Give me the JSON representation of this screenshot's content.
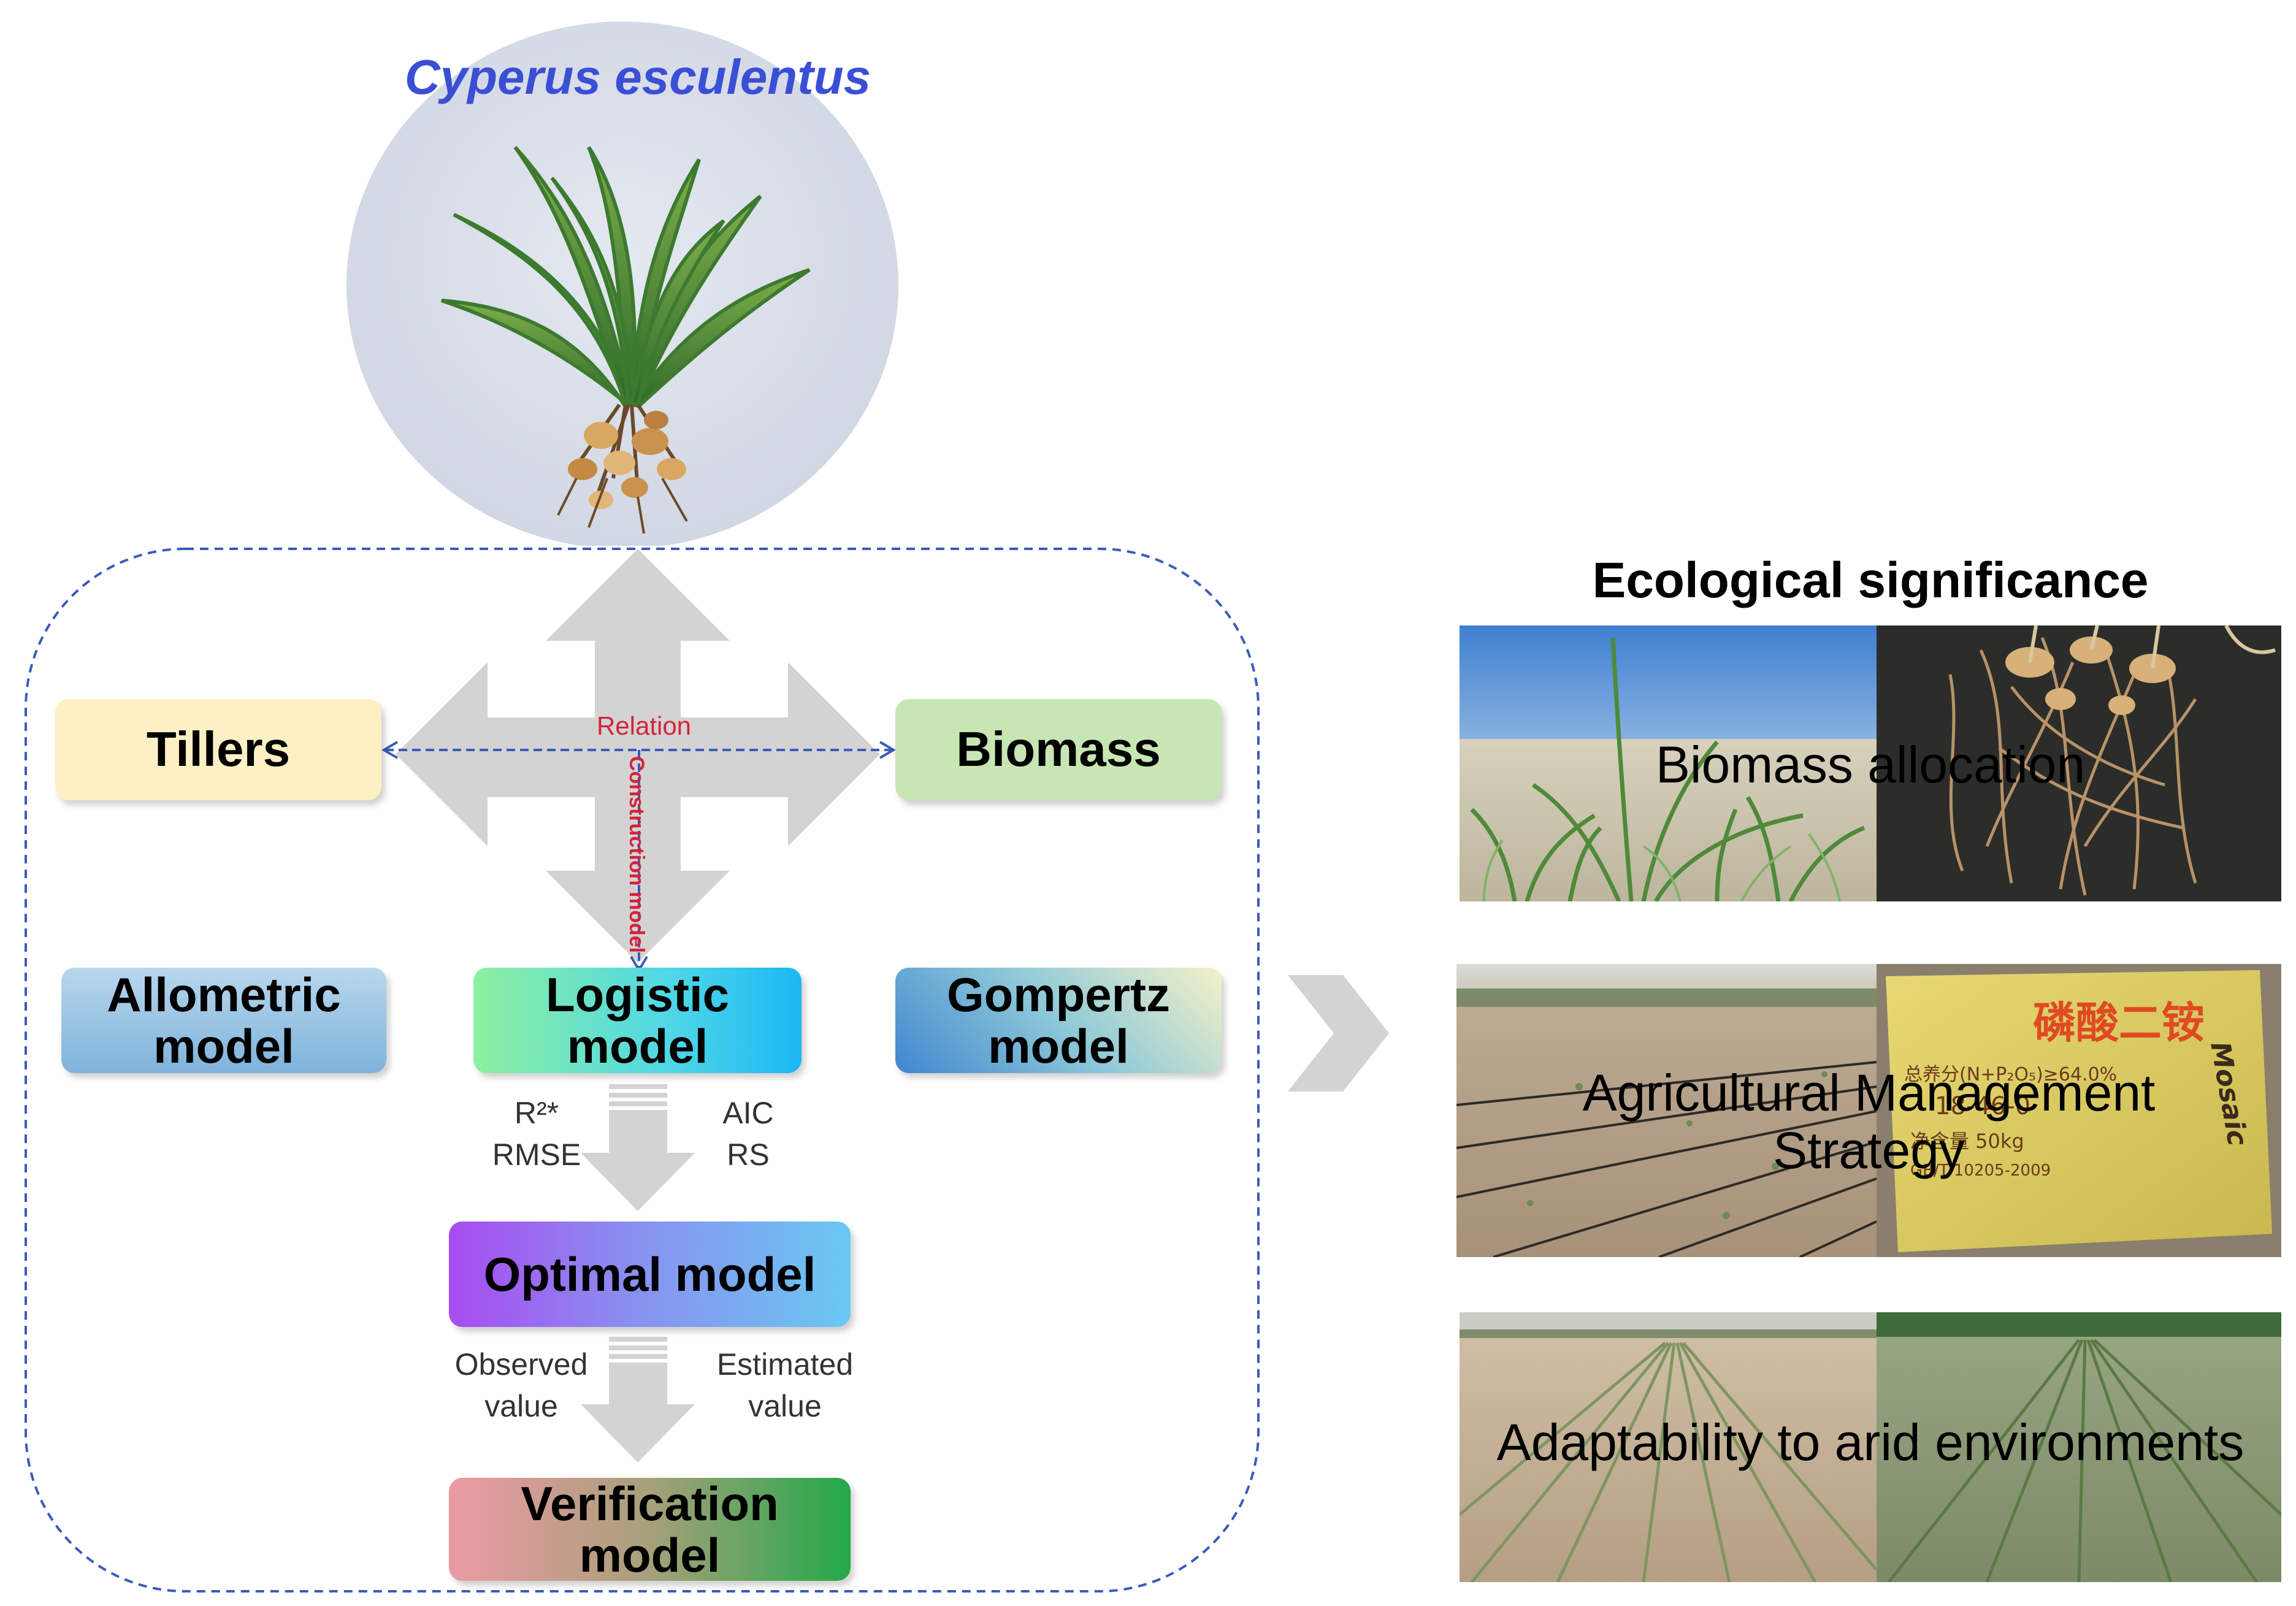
{
  "species_title": "Cyperus esculentus",
  "diagram": {
    "relation_label": "Relation",
    "construction_label": "Construction model",
    "tillers": "Tillers",
    "biomass": "Biomass",
    "allometric": "Allometric\nmodel",
    "logistic": "Logistic\nmodel",
    "gompertz": "Gompertz\nmodel",
    "r2_rmse": "R²*\nRMSE",
    "aic_rs": "AIC\nRS",
    "optimal": "Optimal model",
    "observed": "Observed\nvalue",
    "estimated": "Estimated\nvalue",
    "verification": "Verification\nmodel"
  },
  "ecological": {
    "heading": "Ecological significance",
    "panels": [
      {
        "label": "Biomass allocation"
      },
      {
        "label": "Agricultural Management\nStrategy"
      },
      {
        "label": "Adaptability to arid environments"
      }
    ]
  },
  "colors": {
    "title_blue": "#3a4fd6",
    "dashed_blue": "#3b5bb8",
    "relation_red": "#d4233a",
    "arrow_gray": "#d3d3d3",
    "circle_fill": "#d9dee8"
  },
  "photo_text": {
    "bag_main": "磷酸二铵",
    "bag_brand": "Mosaic",
    "bag_line1": "总养分(N+P₂O₅)≥64.0%",
    "bag_line2": "18-46-0",
    "bag_line3": "净含量 50kg",
    "bag_line4": "GB/T 10205-2009"
  }
}
